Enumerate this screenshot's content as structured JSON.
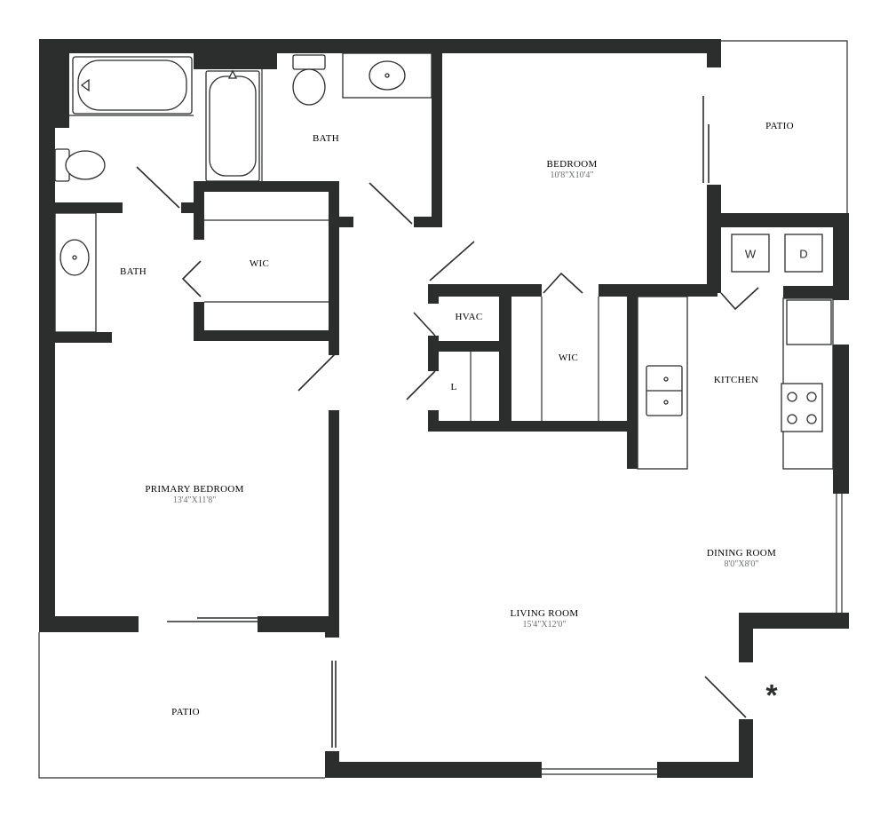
{
  "rooms": {
    "bath_left": {
      "name": "BATH"
    },
    "bath_top": {
      "name": "BATH"
    },
    "wic_left": {
      "name": "WIC"
    },
    "bedroom": {
      "name": "BEDROOM",
      "dim": "10'8\"X10'4\""
    },
    "patio_top": {
      "name": "PATIO"
    },
    "hvac": {
      "name": "HVAC"
    },
    "linen": {
      "name": "L"
    },
    "wic_center": {
      "name": "WIC"
    },
    "kitchen": {
      "name": "KITCHEN"
    },
    "primary_bedroom": {
      "name": "PRIMARY BEDROOM",
      "dim": "13'4\"X11'8\""
    },
    "dining_room": {
      "name": "DINING ROOM",
      "dim": "8'0\"X8'0\""
    },
    "living_room": {
      "name": "LIVING ROOM",
      "dim": "15'4\"X12'0\""
    },
    "patio_bottom": {
      "name": "PATIO"
    }
  },
  "appliances": {
    "washer": "W",
    "dryer": "D"
  },
  "entry_marker": "*"
}
